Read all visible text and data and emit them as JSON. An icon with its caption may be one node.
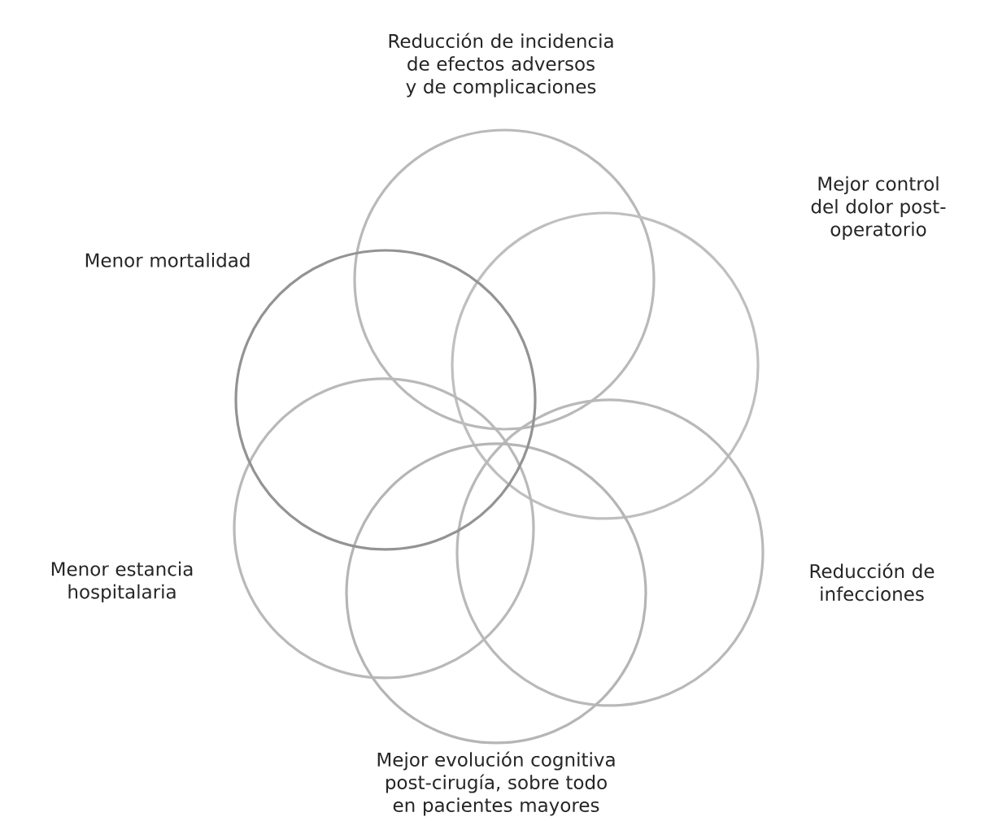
{
  "diagram": {
    "nodes": [
      {
        "text": [],
        "shape": "circle",
        "beside": [
          "Reducción de incidencia de efectos adversos y de complicaciones"
        ]
      },
      {
        "text": [],
        "shape": "circle",
        "beside": [
          "Mejor control del dolor post-operatorio"
        ]
      },
      {
        "text": [],
        "shape": "circle",
        "beside": [
          "Reducción de infecciones"
        ]
      },
      {
        "text": [],
        "shape": "circle",
        "beside": [
          "Mejor evolución cognitiva post-cirugía, sobre todo en pacientes mayores"
        ]
      },
      {
        "text": [],
        "shape": "circle",
        "beside": [
          "Menor estancia hospitalaria"
        ]
      },
      {
        "text": [],
        "shape": "circle",
        "beside": [
          "Menor mortalidad"
        ]
      }
    ]
  }
}
